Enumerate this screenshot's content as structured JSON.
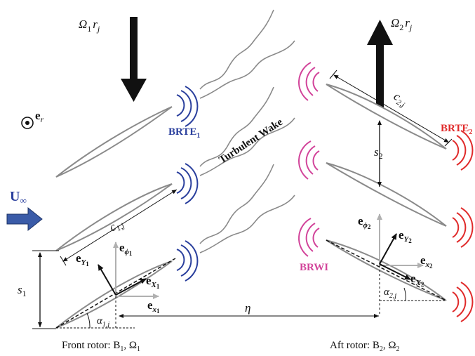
{
  "diagram": {
    "front_rotor": {
      "speed": "Ω",
      "speed_sub": "1",
      "radius": "r",
      "radius_sub": "j",
      "caption": "Front rotor: B",
      "caption_tail": ", Ω",
      "caption_sub": "1",
      "te_source": "BRTE",
      "te_source_sub": "1",
      "chord": "c",
      "chord_sub": "1,j",
      "spacing": "s",
      "spacing_sub": "1",
      "e_phi": "e",
      "e_phi_sub": "ϕ",
      "e_phi_sub2": "1",
      "e_Y": "e",
      "e_Y_sub": "Y",
      "e_Y_sub2": "1",
      "e_X": "e",
      "e_X_sub": "X",
      "e_X_sub2": "1",
      "e_x": "e",
      "e_x_sub": "x",
      "e_x_sub2": "1",
      "stagger": "α",
      "stagger_sub": "1,j"
    },
    "aft_rotor": {
      "speed": "Ω",
      "speed_sub": "2",
      "radius": "r",
      "radius_sub": "j",
      "caption": "Aft rotor: B",
      "caption_tail": ", Ω",
      "caption_sub": "2",
      "te_source": "BRTE",
      "te_source_sub": "2",
      "wake_source": "BRWI",
      "chord": "c",
      "chord_sub": "2,j",
      "spacing": "s",
      "spacing_sub": "2",
      "e_phi": "e",
      "e_phi_sub": "ϕ",
      "e_phi_sub2": "2",
      "e_Y": "e",
      "e_Y_sub": "Y",
      "e_Y_sub2": "2",
      "e_X": "e",
      "e_X_sub": "X",
      "e_X_sub2": "2",
      "e_x": "e",
      "e_x_sub": "x",
      "e_x_sub2": "2",
      "stagger": "α",
      "stagger_sub": "2,j"
    },
    "radial_unit": "e",
    "radial_unit_sub": "r",
    "freestream": "U",
    "freestream_sub": "∞",
    "wake_label": "Turbulent Wake",
    "gap": "η",
    "colors": {
      "te_front": "#2a3f9d",
      "te_aft": "#e02a2a",
      "wake_interaction": "#d2449a",
      "arrow_fill": "#3a5ba8",
      "blade": "#8a8a8a",
      "axis": "#b0b0b0"
    }
  }
}
